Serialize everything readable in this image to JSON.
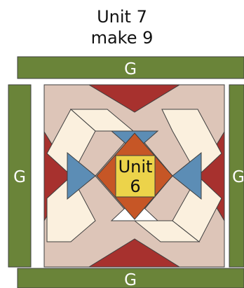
{
  "title": {
    "line1": "Unit 7",
    "line2": "make 9"
  },
  "strip_labels": {
    "top": "G",
    "left": "G",
    "right": "G",
    "bottom": "G"
  },
  "center_label": {
    "line1": "Unit",
    "line2": "6"
  },
  "colors": {
    "strip_green": "#6A8439",
    "background_tan": "#DDC5B8",
    "dark_red": "#A7312E",
    "cream": "#FBF0DE",
    "blue": "#5C8DB5",
    "orange": "#C65626",
    "yellow": "#ECD34A",
    "white": "#FFFFFF",
    "outline": "#3F3F3F"
  }
}
